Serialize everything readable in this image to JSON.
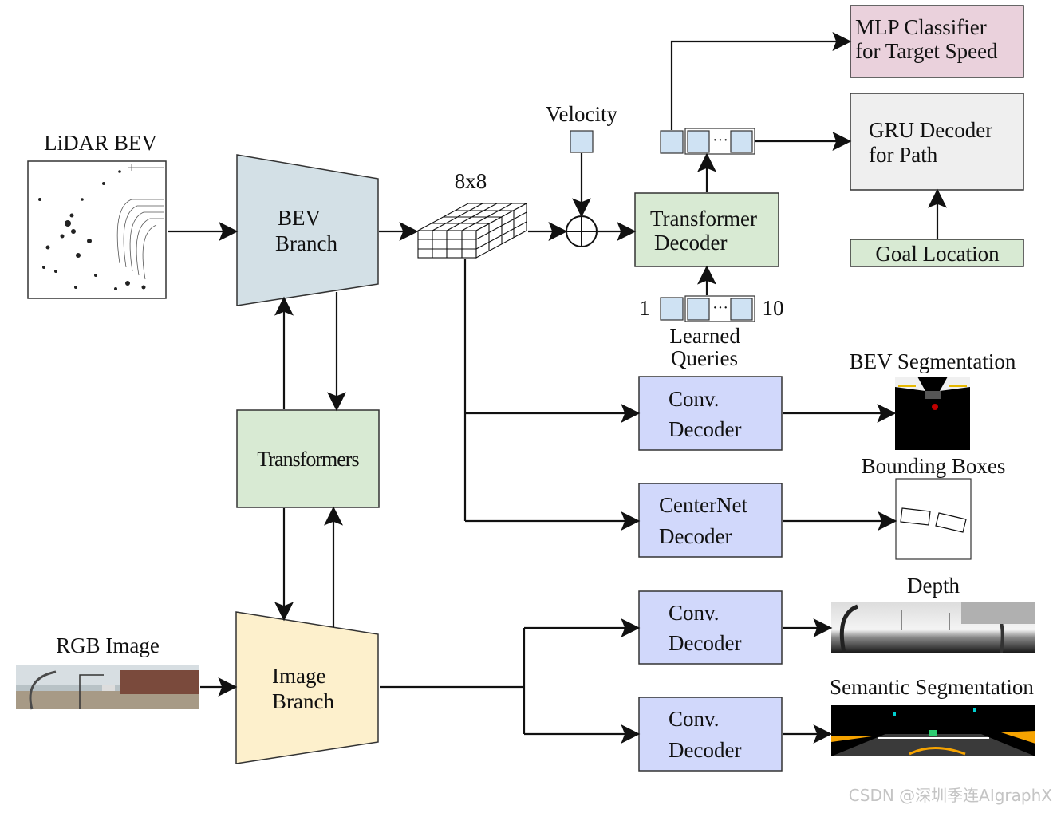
{
  "inputs": {
    "lidar_label": "LiDAR BEV",
    "rgb_label": "RGB Image",
    "velocity_label": "Velocity"
  },
  "blocks": {
    "bev_branch": [
      "BEV",
      "Branch"
    ],
    "image_branch": [
      "Image",
      "Branch"
    ],
    "transformers": "Transformers",
    "transformer_decoder": [
      "Transformer",
      "Decoder"
    ],
    "mlp_classifier": [
      "MLP Classifier",
      "for Target Speed"
    ],
    "gru_decoder": [
      "GRU Decoder",
      "for Path"
    ],
    "goal_location": "Goal Location",
    "conv_decoder_bev": [
      "Conv.",
      "Decoder"
    ],
    "centernet_decoder": [
      "CenterNet",
      "Decoder"
    ],
    "conv_decoder_depth": [
      "Conv.",
      "Decoder"
    ],
    "conv_decoder_semantic": [
      "Conv.",
      "Decoder"
    ]
  },
  "grid_label": "8x8",
  "queries": {
    "first_index": "1",
    "last_index": "10",
    "ellipsis": "···",
    "label": [
      "Learned",
      "Queries"
    ]
  },
  "outputs": {
    "bev_segmentation": "BEV Segmentation",
    "bounding_boxes": "Bounding Boxes",
    "depth": "Depth",
    "semantic_segmentation": "Semantic Segmentation"
  },
  "watermark": "CSDN @深圳季连AIgraphX",
  "colors": {
    "bev_branch": "#d3e0e6",
    "image_branch": "#fdf0cc",
    "transformers": "#d8ead3",
    "conv_decoder": "#d1d8fb",
    "mlp": "#ead1dc",
    "gru": "#efefef",
    "query_token": "#cfe2f3"
  }
}
